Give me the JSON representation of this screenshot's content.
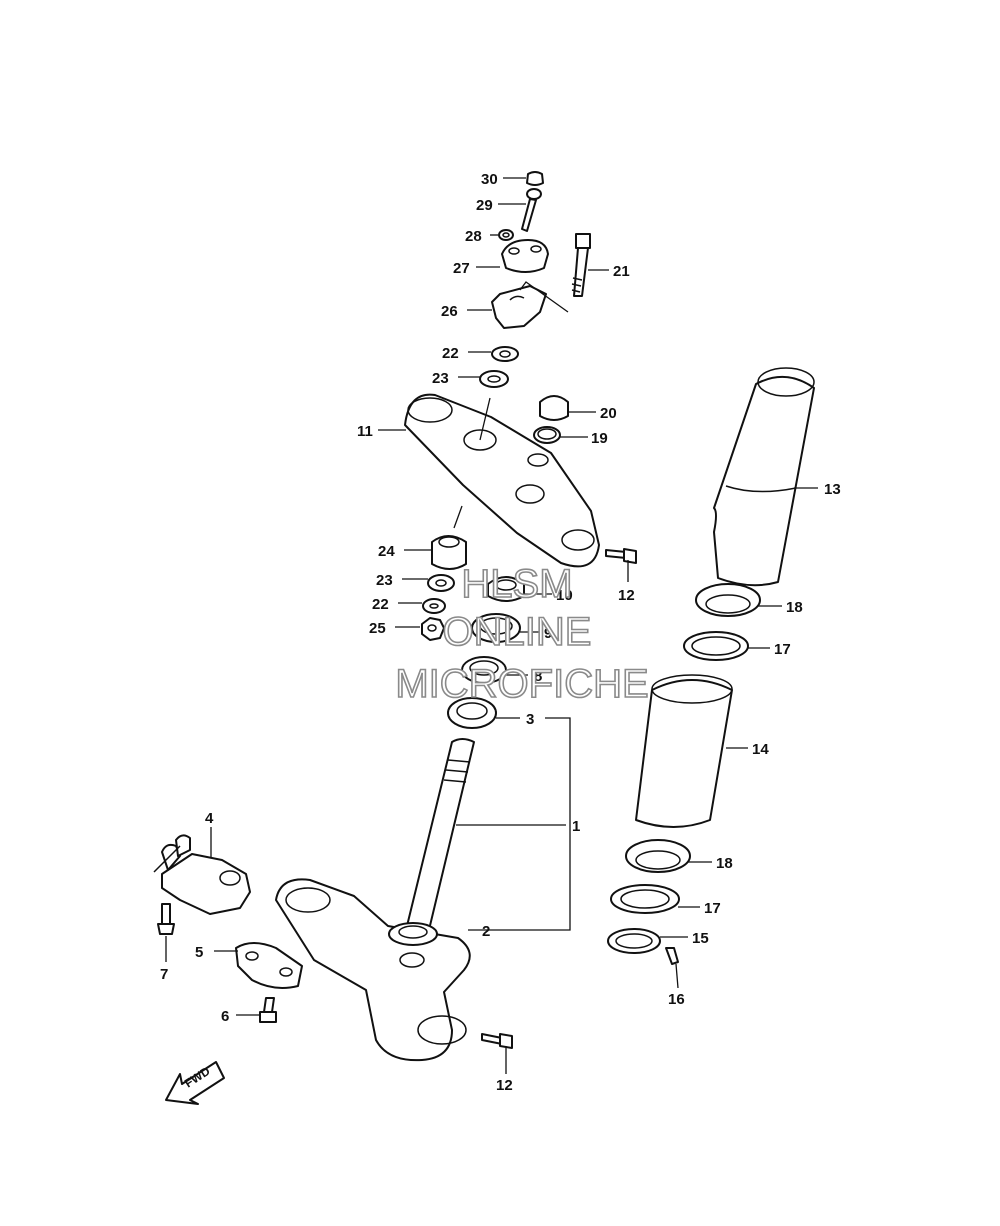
{
  "watermark": {
    "line1": "HLSM",
    "line2": "ONLINE",
    "line3": "MICROFICHE"
  },
  "direction_label": "FWD",
  "callouts": [
    {
      "id": "p30",
      "label": "30"
    },
    {
      "id": "p29",
      "label": "29"
    },
    {
      "id": "p28",
      "label": "28"
    },
    {
      "id": "p27",
      "label": "27"
    },
    {
      "id": "p26",
      "label": "26"
    },
    {
      "id": "p21",
      "label": "21"
    },
    {
      "id": "p22a",
      "label": "22"
    },
    {
      "id": "p23a",
      "label": "23"
    },
    {
      "id": "p20",
      "label": "20"
    },
    {
      "id": "p19",
      "label": "19"
    },
    {
      "id": "p11",
      "label": "11"
    },
    {
      "id": "p13",
      "label": "13"
    },
    {
      "id": "p24",
      "label": "24"
    },
    {
      "id": "p12a",
      "label": "12"
    },
    {
      "id": "p23b",
      "label": "23"
    },
    {
      "id": "p10",
      "label": "10"
    },
    {
      "id": "p18a",
      "label": "18"
    },
    {
      "id": "p22b",
      "label": "22"
    },
    {
      "id": "p25",
      "label": "25"
    },
    {
      "id": "p9",
      "label": "9"
    },
    {
      "id": "p17a",
      "label": "17"
    },
    {
      "id": "p8",
      "label": "8"
    },
    {
      "id": "p3",
      "label": "3"
    },
    {
      "id": "p14",
      "label": "14"
    },
    {
      "id": "p1",
      "label": "1"
    },
    {
      "id": "p4",
      "label": "4"
    },
    {
      "id": "p18b",
      "label": "18"
    },
    {
      "id": "p17b",
      "label": "17"
    },
    {
      "id": "p2",
      "label": "2"
    },
    {
      "id": "p15",
      "label": "15"
    },
    {
      "id": "p5",
      "label": "5"
    },
    {
      "id": "p7",
      "label": "7"
    },
    {
      "id": "p16",
      "label": "16"
    },
    {
      "id": "p6",
      "label": "6"
    },
    {
      "id": "p12b",
      "label": "12"
    }
  ]
}
